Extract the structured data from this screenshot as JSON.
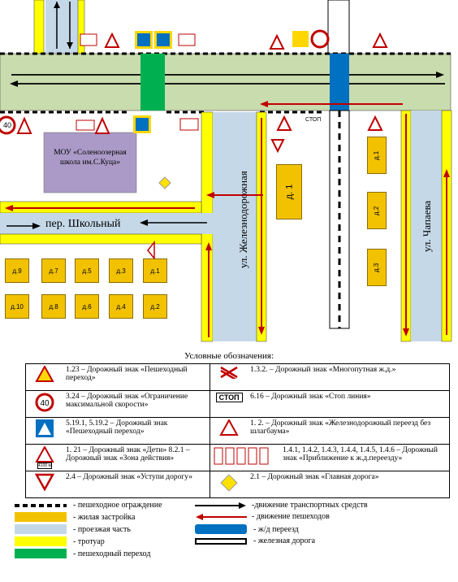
{
  "map": {
    "school_label": "МОУ «Соленоозерная школа им.С.Куца»",
    "street_shkolny": "пер. Школьный",
    "street_zheleznodorozhnaya": "ул. Железнодорожная",
    "street_chapaeva": "ул. Чапаева",
    "house_d1_big": "д. 1",
    "right_houses": [
      "д.1",
      "д.2",
      "д.3"
    ],
    "bottom_houses_row1": [
      "д.9",
      "д.7",
      "д.5",
      "д.3",
      "д.1"
    ],
    "bottom_houses_row2": [
      "д.10",
      "д.8",
      "д.6",
      "д.4",
      "д.2"
    ],
    "speed_limit": "40",
    "stop_text": "СТОП",
    "sign_children_plate": "4100 м"
  },
  "legend": {
    "title": "Условные обозначения:",
    "rows": [
      [
        "1.23 – Дорожный знак «Пешеходный переход»",
        "1.3.2. – Дорожный знак «Многопутная ж.д.»"
      ],
      [
        "3.24 – Дорожный знак «Ограничение максимальной скорости»",
        "6.16 – Дорожный знак «Стоп линия»"
      ],
      [
        "5.19.1, 5.19.2 – Дорожный знак «Пешеходный переход»",
        "1. 2. – Дорожный знак «Железнодорожный переезд без шлагбаума»"
      ],
      [
        "1. 21 – Дорожный знак «Дети» 8.2.1 – Дорожный знак «Зона действия»",
        "1.4.1, 1.4.2, 1.4.3, 1.4.4, 1.4.5, 1.4.6 – Дорожный знак «Приближение к ж.д.переезду»"
      ],
      [
        "2.4 – Дорожный знак «Уступи дорогу»",
        "2.1 – Дорожный знак «Главная дорога»"
      ]
    ]
  },
  "key": {
    "left": [
      "- пешеходное ограждение",
      "- жилая застройка",
      "- проезжая часть",
      "- тротуар",
      "- пешеходный переход"
    ],
    "right": [
      "-движение транспортных средств",
      "- движение пешеходов",
      "- ж/д переезд",
      "- железная дорога"
    ]
  },
  "colors": {
    "road": "#c5d8e8",
    "roadway_green": "#c9dcae",
    "sidewalk": "#ffff00",
    "housing": "#f2c200",
    "crossing": "#00b050",
    "rail": "#0070c0",
    "school": "#ab9ac7"
  }
}
